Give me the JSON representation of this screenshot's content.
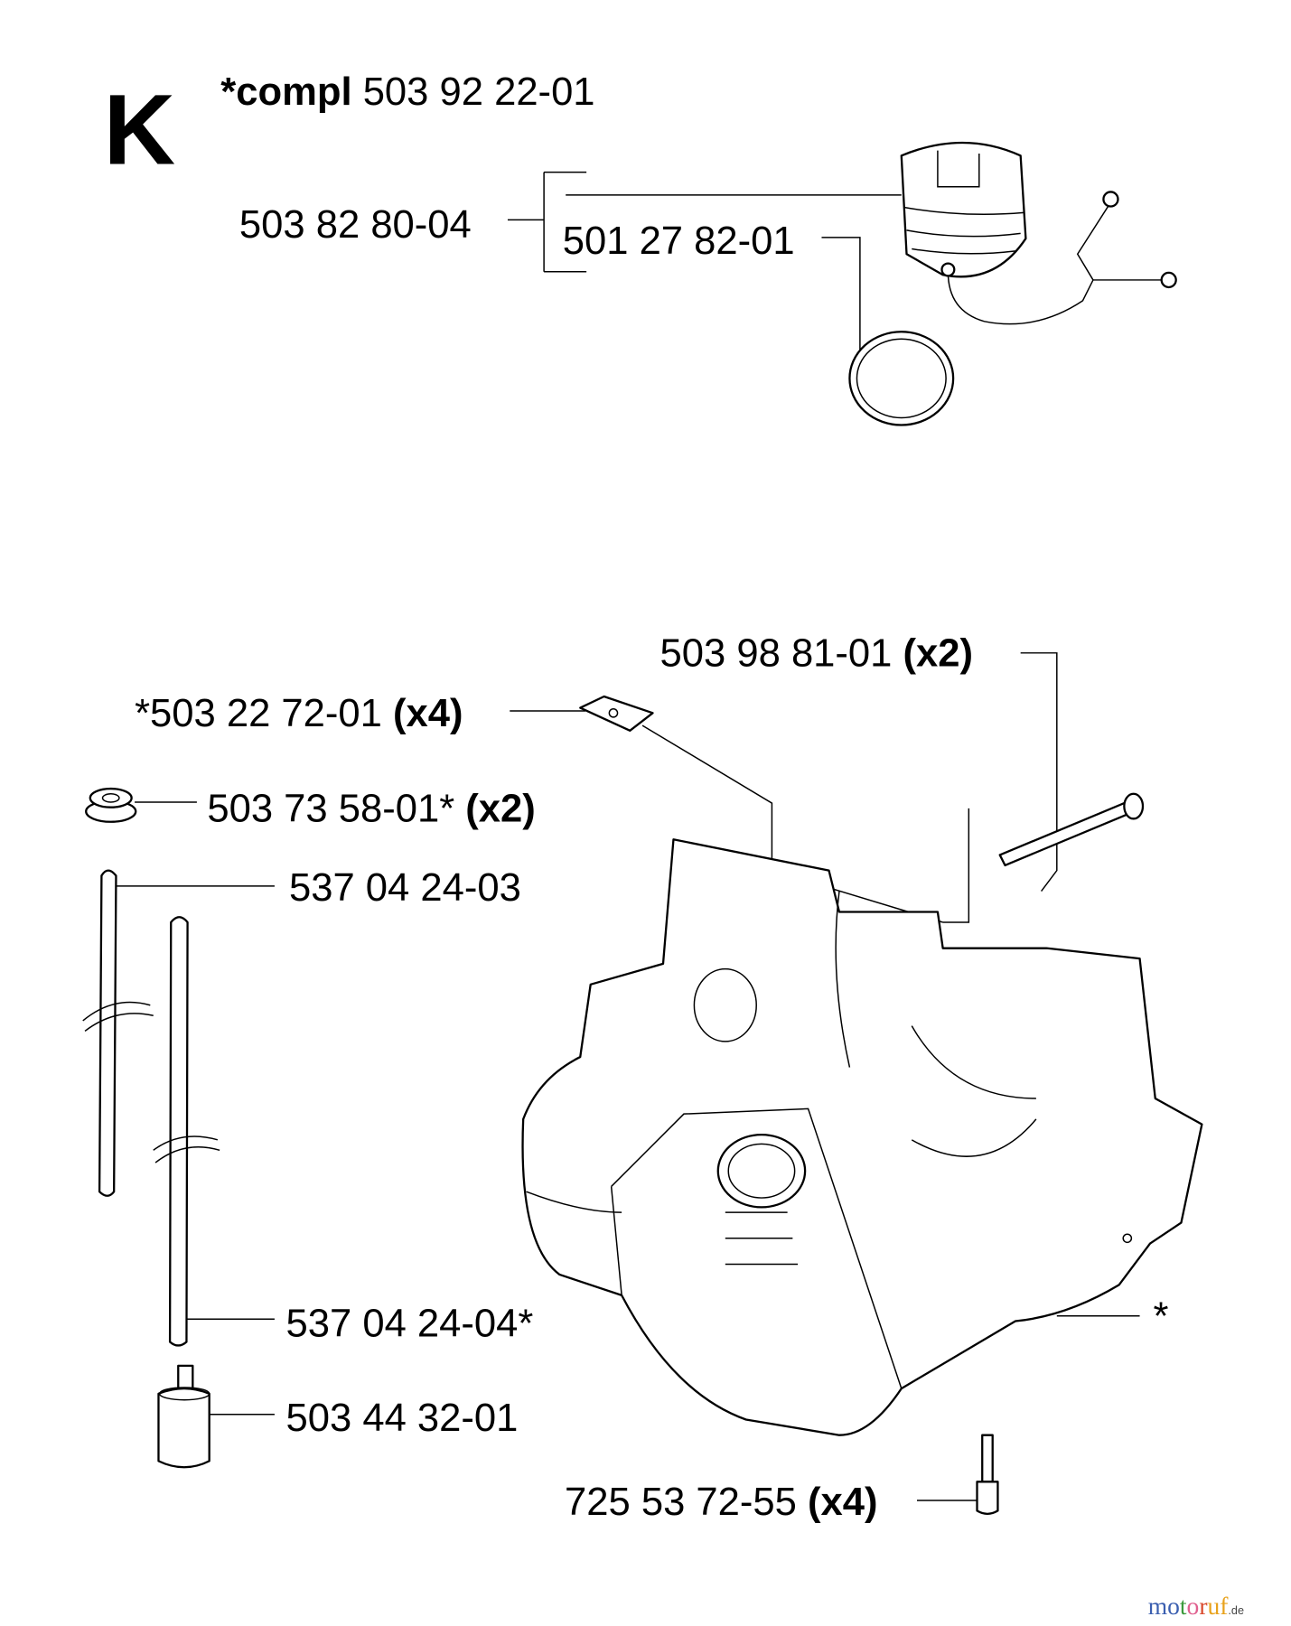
{
  "section_letter": "K",
  "header": {
    "compl_prefix": "*compl",
    "compl_number": "503 92 22-01"
  },
  "parts": [
    {
      "id": "p1",
      "number": "503 82 80-04",
      "qty": ""
    },
    {
      "id": "p2",
      "number": "501 27 82-01",
      "qty": ""
    },
    {
      "id": "p3",
      "number": "503 98 81-01",
      "qty": "(x2)"
    },
    {
      "id": "p4",
      "number": "*503 22 72-01",
      "qty": "(x4)"
    },
    {
      "id": "p5",
      "number": "503 73 58-01*",
      "qty": "(x2)"
    },
    {
      "id": "p6",
      "number": "537 04 24-03",
      "qty": ""
    },
    {
      "id": "p7",
      "number": "537 04 24-04*",
      "qty": ""
    },
    {
      "id": "p8",
      "number": "503 44 32-01",
      "qty": ""
    },
    {
      "id": "p9",
      "number": "725 53 72-55",
      "qty": "(x4)"
    },
    {
      "id": "p10",
      "number": "*",
      "qty": ""
    }
  ],
  "watermark": {
    "brand": "motoruf",
    "tld": ".de",
    "colors": [
      "#3b5fb0",
      "#3b9a3b",
      "#e0608f",
      "#3b5fb0",
      "#d9482b",
      "#e8a21c",
      "#e8a21c"
    ]
  }
}
